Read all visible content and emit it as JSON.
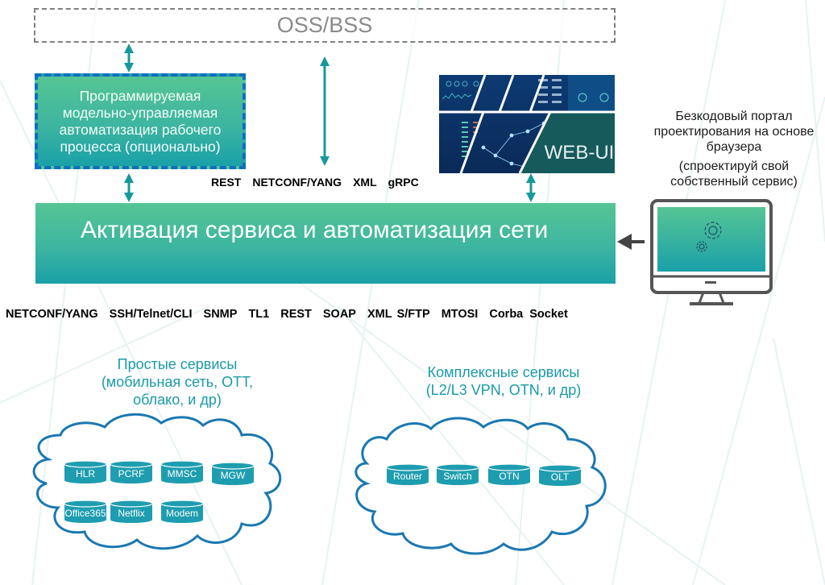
{
  "diagram": {
    "oss_bss_label": "OSS/BSS",
    "workflow_box": {
      "lines": [
        "Программируемая",
        "модельно-управляемая",
        "автоматизация рабочего",
        "процесса (опционально)"
      ]
    },
    "activation_label": "Активация сервиса и автоматизация сети",
    "northbound_protocols": [
      "REST",
      "NETCONF/YANG",
      "XML",
      "gRPC"
    ],
    "southbound_protocols": [
      "NETCONF/YANG",
      "SSH/Telnet/CLI",
      "SNMP",
      "TL1",
      "REST",
      "SOAP",
      "XML",
      "S/FTP",
      "MTOSI",
      "Corba",
      "Socket"
    ],
    "webui_label": "WEB-UI",
    "portal": {
      "lines": [
        "Безкодовый портал",
        "проектирования на основе",
        "браузера"
      ],
      "sub_lines": [
        "(спроектируй свой",
        "собственный сервис)"
      ],
      "icon": "monitor-gears-icon"
    },
    "simple_services": {
      "title_lines": [
        "Простые сервисы",
        "(мобильная сеть, OTT,",
        "облако, и др)"
      ],
      "items": [
        "HLR",
        "PCRF",
        "MMSC",
        "MGW",
        "Office365",
        "Netflix",
        "Modem"
      ]
    },
    "complex_services": {
      "title_lines": [
        "Комплексные сервисы",
        "(L2/L3 VPN, OTN, и др)"
      ],
      "items": [
        "Router",
        "Switch",
        "OTN",
        "OLT"
      ]
    },
    "colors": {
      "arrow_teal": "#17999a",
      "box_green_top": "#56c595",
      "box_teal_bottom": "#1aa0a8",
      "dashed_blue": "#0f6ec2",
      "cloud_stroke": "#1a78b0",
      "cylinder_fill": "#1e9db0",
      "title_teal": "#1a9aa8",
      "monitor_gray": "#555555"
    }
  }
}
